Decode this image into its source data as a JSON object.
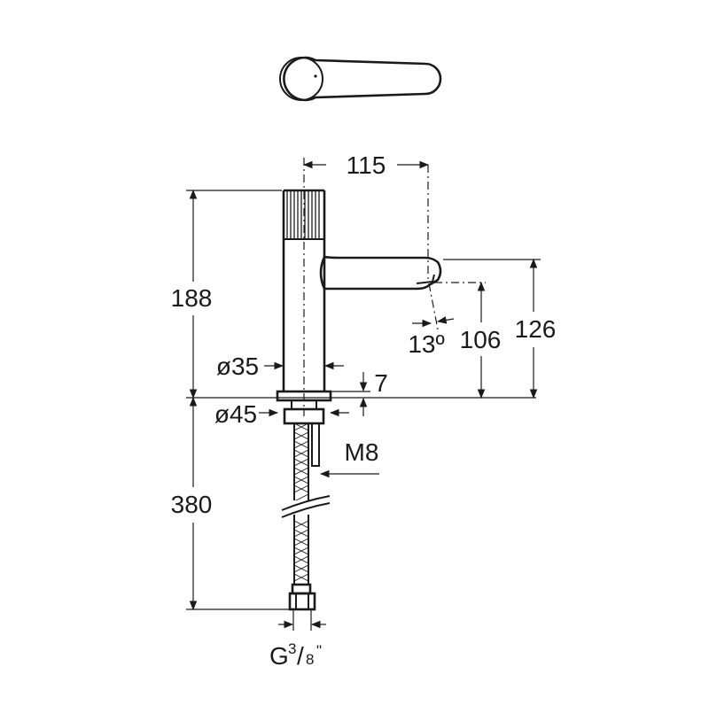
{
  "colors": {
    "line": "#1a1a1a",
    "background": "#ffffff"
  },
  "dimensions": {
    "spout_reach": "115",
    "total_height": "188",
    "spout_height": "126",
    "outlet_height": "106",
    "spout_angle": "13º",
    "body_diameter": "ø35",
    "base_diameter": "ø45",
    "deck_thickness": "7",
    "thread": "M8",
    "hose_length": "380",
    "connection_base": "G",
    "connection_num": "3",
    "connection_den": "8",
    "connection_quote": "\""
  }
}
